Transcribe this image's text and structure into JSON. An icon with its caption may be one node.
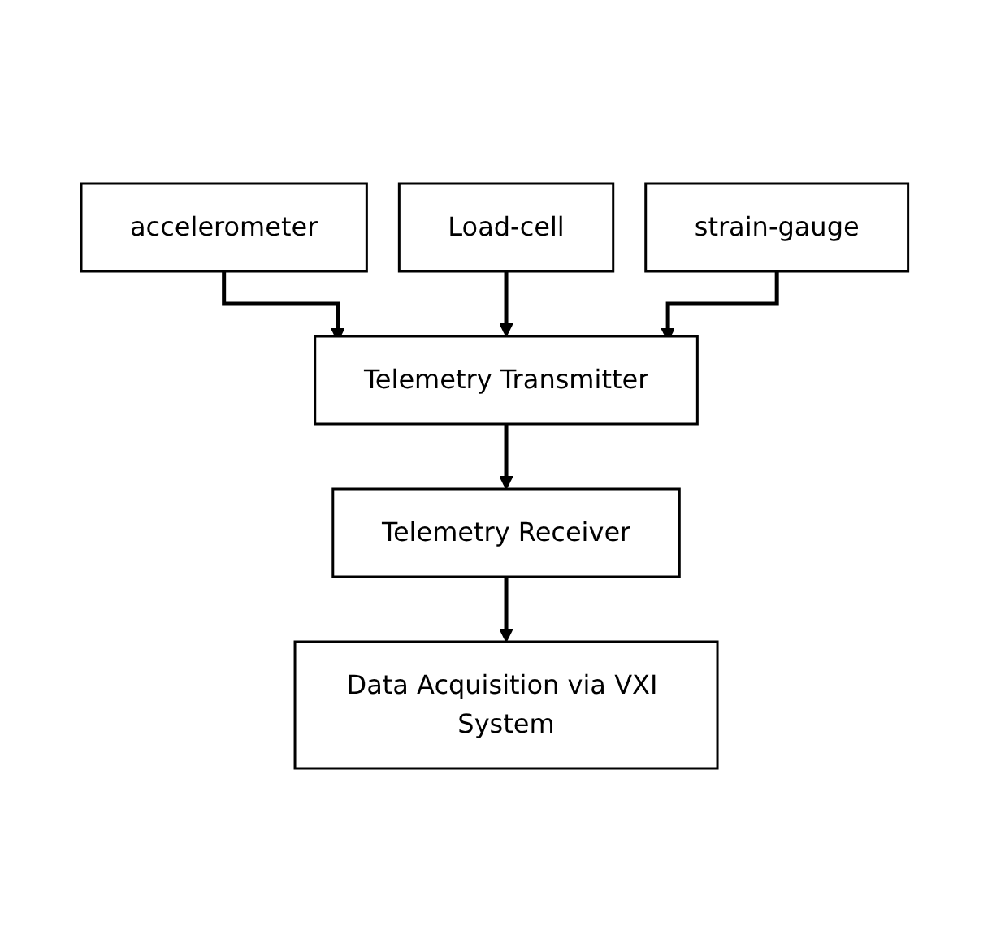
{
  "diagram": {
    "nodes": [
      {
        "text": [
          "accelerometer"
        ]
      },
      {
        "text": [
          "Load-cell"
        ]
      },
      {
        "text": [
          "strain-gauge"
        ]
      },
      {
        "text": [
          "Telemetry Transmitter"
        ]
      },
      {
        "text": [
          "Telemetry Receiver"
        ]
      },
      {
        "text": [
          "Data Acquisition via VXI System"
        ]
      }
    ],
    "edges": [
      {
        "from": 0,
        "to": 3,
        "arrow": "to"
      },
      {
        "from": 1,
        "to": 3,
        "arrow": "to"
      },
      {
        "from": 2,
        "to": 3,
        "arrow": "to"
      },
      {
        "from": 3,
        "to": 4,
        "arrow": "to"
      },
      {
        "from": 4,
        "to": 5,
        "arrow": "to"
      }
    ]
  }
}
